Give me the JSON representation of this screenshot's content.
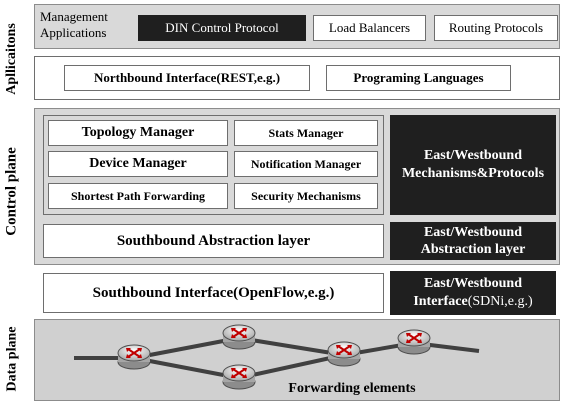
{
  "layers": {
    "applications": "Apllicaitons",
    "control": "Control plane",
    "data": "Data plane"
  },
  "app_band": {
    "management": [
      "Management",
      "Applications"
    ],
    "din": "DIN Control Protocol",
    "load_balancers": "Load Balancers",
    "routing": "Routing Protocols",
    "northbound": "Northbound Interface(REST,e.g.)",
    "programming": "Programing Languages"
  },
  "control_band": {
    "topology": "Topology Manager",
    "stats": "Stats Manager",
    "device": "Device Manager",
    "notification": "Notification Manager",
    "shortest_path": "Shortest Path Forwarding",
    "security": "Security Mechanisms",
    "ew_mechanisms": [
      "East/Westbound",
      "Mechanisms&Protocols"
    ],
    "southbound_abstraction": "Southbound Abstraction layer",
    "ew_abstraction": [
      "East/Westbound",
      "Abstraction layer"
    ]
  },
  "interface_band": {
    "southbound_interface": "Southbound Interface(OpenFlow,e.g.)",
    "ew_interface": [
      "East/Westbound",
      "Interface",
      "(SDNi,e.g.)"
    ]
  },
  "data_band": {
    "forwarding": "Forwarding elements",
    "router_icon": "router-icon"
  },
  "colors": {
    "band": "#d9d9d9",
    "dark_box": "#1f1f1f",
    "link": "#404040",
    "router_arrow": "#c00000"
  }
}
